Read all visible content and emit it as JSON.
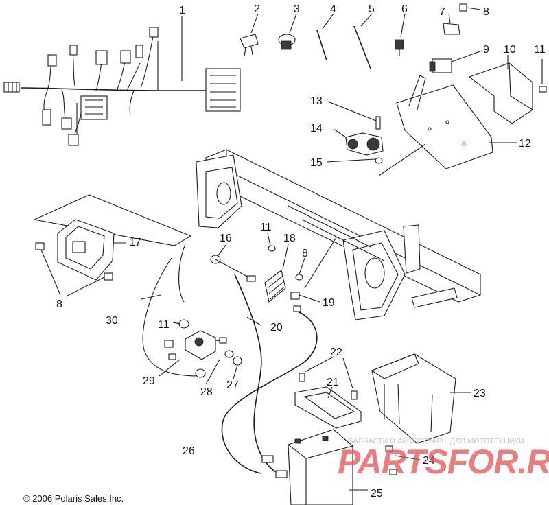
{
  "diagram": {
    "callouts": [
      {
        "id": "c1",
        "text": "1"
      },
      {
        "id": "c2",
        "text": "2"
      },
      {
        "id": "c3",
        "text": "3"
      },
      {
        "id": "c4",
        "text": "4"
      },
      {
        "id": "c5",
        "text": "5"
      },
      {
        "id": "c6",
        "text": "6"
      },
      {
        "id": "c7",
        "text": "7"
      },
      {
        "id": "c8a",
        "text": "8"
      },
      {
        "id": "c9",
        "text": "9"
      },
      {
        "id": "c10",
        "text": "10"
      },
      {
        "id": "c11a",
        "text": "11"
      },
      {
        "id": "c12",
        "text": "12"
      },
      {
        "id": "c13",
        "text": "13"
      },
      {
        "id": "c14",
        "text": "14"
      },
      {
        "id": "c15",
        "text": "15"
      },
      {
        "id": "c16",
        "text": "16"
      },
      {
        "id": "c11b",
        "text": "11"
      },
      {
        "id": "c18",
        "text": "18"
      },
      {
        "id": "c8b",
        "text": "8"
      },
      {
        "id": "c17",
        "text": "17"
      },
      {
        "id": "c8c",
        "text": "8"
      },
      {
        "id": "c19",
        "text": "19"
      },
      {
        "id": "c30",
        "text": "30"
      },
      {
        "id": "c20",
        "text": "20"
      },
      {
        "id": "c11c",
        "text": "11"
      },
      {
        "id": "c22",
        "text": "22"
      },
      {
        "id": "c21",
        "text": "21"
      },
      {
        "id": "c23",
        "text": "23"
      },
      {
        "id": "c29",
        "text": "29"
      },
      {
        "id": "c28",
        "text": "28"
      },
      {
        "id": "c27",
        "text": "27"
      },
      {
        "id": "c26",
        "text": "26"
      },
      {
        "id": "c24",
        "text": "24"
      },
      {
        "id": "c25",
        "text": "25"
      }
    ],
    "copyright": "© 2006 Polaris Sales Inc."
  },
  "watermark": {
    "tagline": "ЗАПЧАСТИ И АКСЕССУАРЫ ДЛЯ МОТОТЕХНИКИ",
    "brand": "PARTSFOR.RU",
    "brand_color": "#e45a5a"
  }
}
